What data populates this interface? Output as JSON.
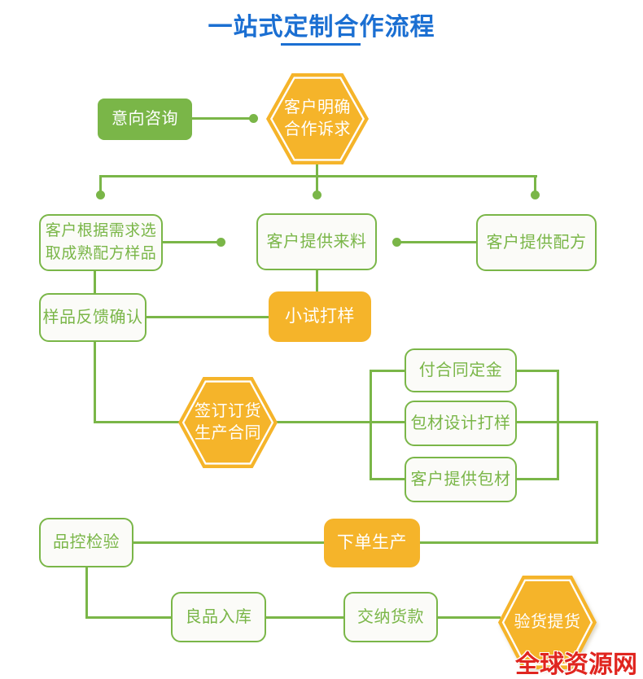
{
  "page": {
    "title": "一站式定制合作流程"
  },
  "colors": {
    "green": "#7ab648",
    "orange": "#f5b42a",
    "blue": "#1b6fd2",
    "red": "#e0251f",
    "outline_box_fill": "#fbfbf8"
  },
  "nodes": {
    "start": {
      "label": "意向咨询"
    },
    "hex_demand": {
      "line1": "客户明确",
      "line2": "合作诉求"
    },
    "select_sample": {
      "line1": "客户根据需求选",
      "line2": "取成熟配方样品"
    },
    "provide_material": {
      "label": "客户提供来料"
    },
    "provide_formula": {
      "label": "客户提供配方"
    },
    "sample_feedback": {
      "label": "样品反馈确认"
    },
    "trial_sample": {
      "label": "小试打样"
    },
    "hex_contract": {
      "line1": "签订订货",
      "line2": "生产合同"
    },
    "pay_deposit": {
      "label": "付合同定金"
    },
    "package_design": {
      "label": "包材设计打样"
    },
    "customer_package": {
      "label": "客户提供包材"
    },
    "quality_check": {
      "label": "品控检验"
    },
    "place_order": {
      "label": "下单生产"
    },
    "goods_storage": {
      "label": "良品入库"
    },
    "pay_balance": {
      "label": "交纳货款"
    },
    "hex_pickup": {
      "label": "验货提货"
    }
  },
  "watermark": {
    "label": "全球资源网"
  }
}
